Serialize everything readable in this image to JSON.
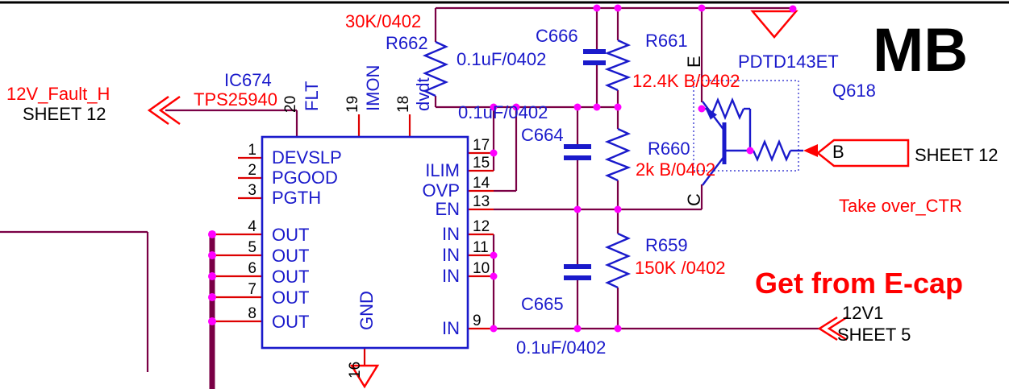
{
  "colors": {
    "wire": "#7A0045",
    "component_blue": "#1A1ACB",
    "annotation_red": "#FF0000",
    "junction_magenta": "#FF00FF",
    "text_black": "#000000"
  },
  "page": {
    "title_block_label": "MB"
  },
  "ic674": {
    "ref": "IC674",
    "part": "TPS25940",
    "pins": {
      "top": [
        {
          "num": "20",
          "name": "FLT"
        },
        {
          "num": "19",
          "name": "IMON"
        },
        {
          "num": "18",
          "name": "dvdt"
        }
      ],
      "bottom": [
        {
          "num": "16",
          "name": "GND"
        }
      ],
      "left": [
        {
          "num": "1",
          "name": "DEVSLP"
        },
        {
          "num": "2",
          "name": "PGOOD"
        },
        {
          "num": "3",
          "name": "PGTH"
        },
        {
          "num": "4",
          "name": "OUT"
        },
        {
          "num": "5",
          "name": "OUT"
        },
        {
          "num": "6",
          "name": "OUT"
        },
        {
          "num": "7",
          "name": "OUT"
        },
        {
          "num": "8",
          "name": "OUT"
        }
      ],
      "right": [
        {
          "num": "17",
          "name": ""
        },
        {
          "num": "15",
          "name": "ILIM"
        },
        {
          "num": "14",
          "name": "OVP"
        },
        {
          "num": "13",
          "name": "EN"
        },
        {
          "num": "12",
          "name": "IN"
        },
        {
          "num": "11",
          "name": "IN"
        },
        {
          "num": "10",
          "name": "IN"
        },
        {
          "num": "9",
          "name": "IN"
        }
      ]
    }
  },
  "resistors": {
    "r662": {
      "ref": "R662",
      "value": "30K/0402"
    },
    "r661": {
      "ref": "R661",
      "value": "12.4K B/0402"
    },
    "r660": {
      "ref": "R660",
      "value": "2k B/0402"
    },
    "r659": {
      "ref": "R659",
      "value": "150K /0402"
    }
  },
  "capacitors": {
    "c666": {
      "ref": "C666",
      "value": "0.1uF/0402"
    },
    "c664": {
      "ref": "C664",
      "value": "0.1uF/0402"
    },
    "c665": {
      "ref": "C665",
      "value": "0.1uF/0402"
    }
  },
  "transistor": {
    "ref": "Q618",
    "part": "PDTD143ET",
    "emitter": "E",
    "base": "B",
    "collector": "C"
  },
  "offpage": {
    "fault": {
      "net": "12V_Fault_H",
      "sheet": "SHEET 12"
    },
    "base_flag": {
      "sheet": "SHEET 12"
    },
    "power_in": {
      "net": "12V1",
      "sheet": "SHEET 5"
    }
  },
  "notes": {
    "takeover": "Take over_CTR",
    "ecap": "Get from E-cap"
  }
}
